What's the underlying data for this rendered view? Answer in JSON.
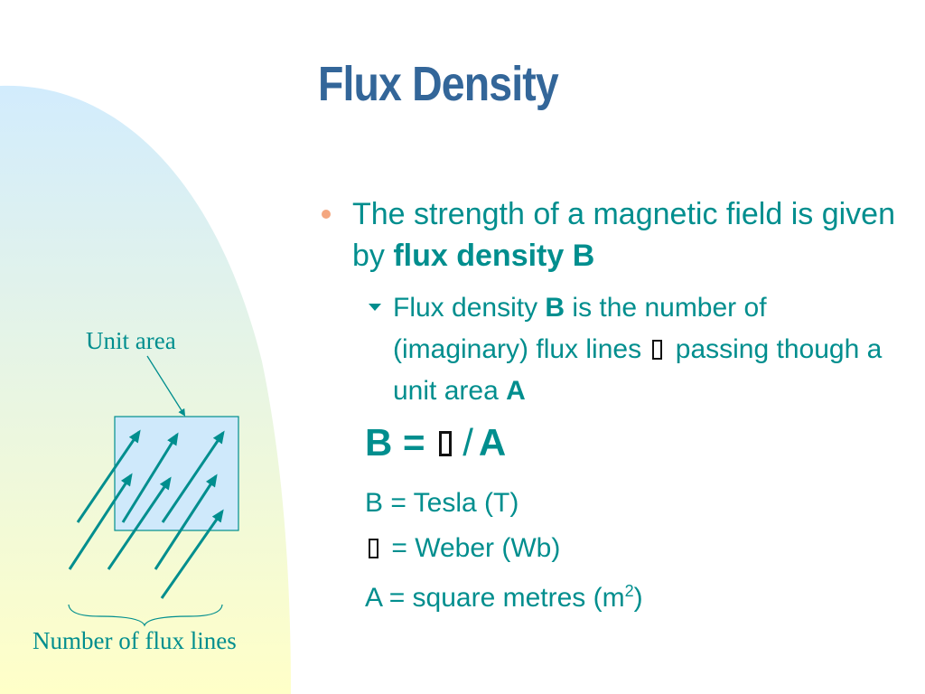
{
  "title": "Flux Density",
  "bullet1": {
    "text_before": "The strength of a magnetic field is given by ",
    "emphasis": "flux density B"
  },
  "bullet2": {
    "part1": "Flux density ",
    "b": "B",
    "part2": " is the number of (imaginary) flux lines ",
    "part3": " passing though a unit area ",
    "a": "A"
  },
  "equation": {
    "lhs": "B = ",
    "slash": "/",
    "rhs": "A"
  },
  "units": {
    "tesla": "B = Tesla (T)",
    "weber": " = Weber (Wb)",
    "area_prefix": "A = square metres (m",
    "area_sup": "2",
    "area_suffix": ")"
  },
  "diagram": {
    "unit_area_label": "Unit area",
    "flux_lines_label": "Number of flux lines"
  },
  "colors": {
    "title": "#336699",
    "text": "#008e8e",
    "bullet": "#f4a780",
    "unit_area_fill": "#cfe9fb"
  }
}
